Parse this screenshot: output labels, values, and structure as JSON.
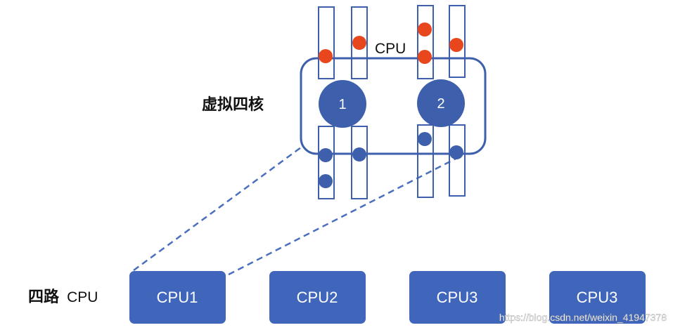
{
  "labels": {
    "top_cpu": "CPU",
    "virtual_quad_core": "虚拟四核",
    "four_way_prefix": "四路",
    "four_way_suffix": "CPU"
  },
  "cores": [
    "1",
    "2"
  ],
  "cpu_boxes": [
    "CPU1",
    "CPU2",
    "CPU3",
    "CPU3"
  ],
  "watermark": "https://blog.csdn.net/weixin_41947378",
  "colors": {
    "primary": "#3d5fac",
    "box_fill": "#4066bc",
    "red_dot": "#e8471d",
    "dashed_line": "#4a6fbd"
  }
}
